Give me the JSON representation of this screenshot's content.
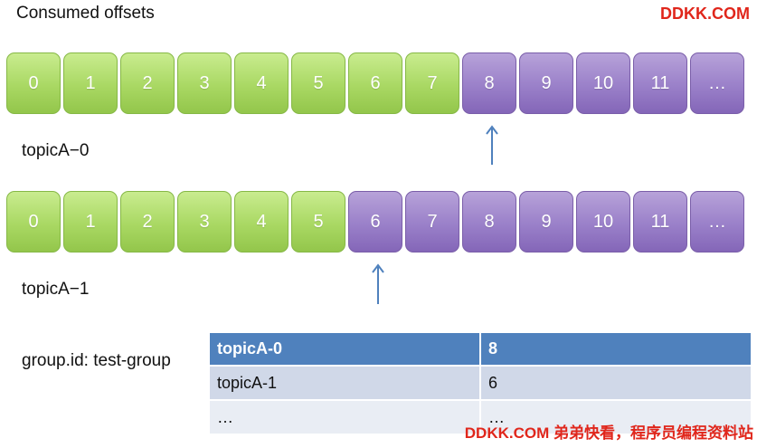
{
  "title": "Consumed offsets",
  "brand": "DDKK.COM",
  "partitions": [
    {
      "label": "topicA−0",
      "cells": [
        "0",
        "1",
        "2",
        "3",
        "4",
        "5",
        "6",
        "7",
        "8",
        "9",
        "10",
        "11",
        "…"
      ],
      "consumed_count": 8
    },
    {
      "label": "topicA−1",
      "cells": [
        "0",
        "1",
        "2",
        "3",
        "4",
        "5",
        "6",
        "7",
        "8",
        "9",
        "10",
        "11",
        "…"
      ],
      "consumed_count": 6
    }
  ],
  "group_label": "group.id: test-group",
  "table": {
    "rows": [
      [
        "topicA-0",
        "8"
      ],
      [
        "topicA-1",
        "6"
      ],
      [
        "…",
        "…"
      ]
    ]
  },
  "footer_brand": "DDKK.COM 弟弟快看，程序员编程资料站",
  "colors": {
    "consumed": "#a9d863",
    "pending": "#9a80c9",
    "arrow": "#4f81bd",
    "table_header": "#4f81bd",
    "brand": "#e0261b"
  }
}
